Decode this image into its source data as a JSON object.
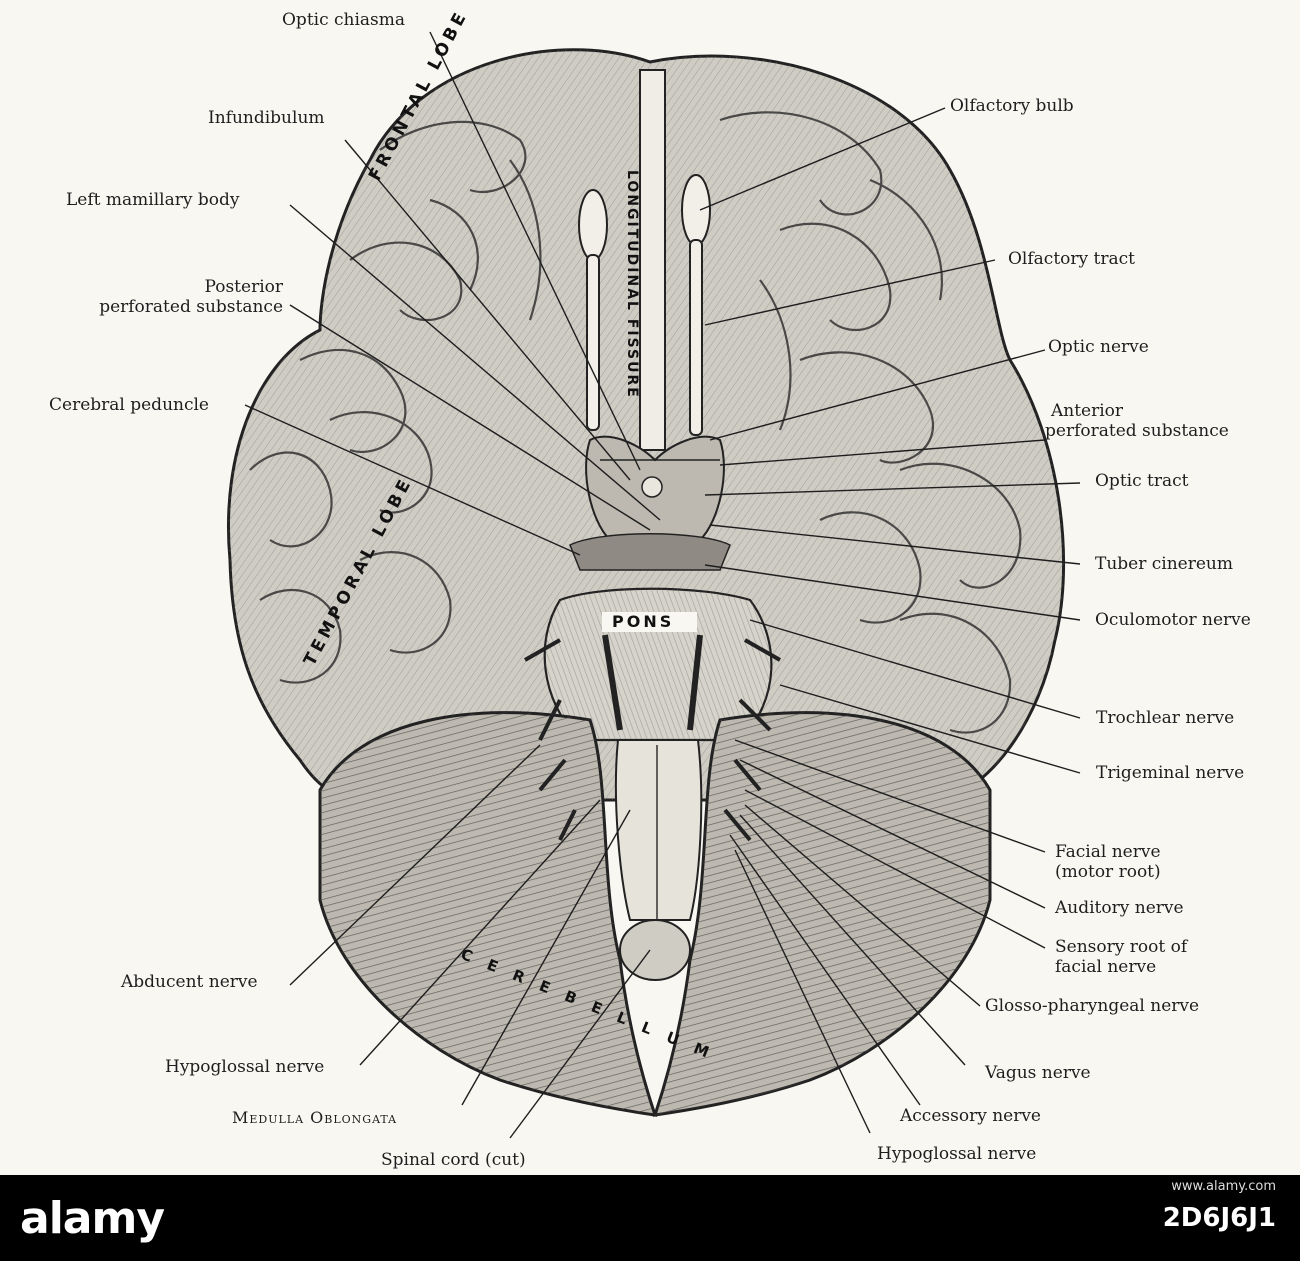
{
  "labels": {
    "optic_chiasma": "Optic chiasma",
    "infundibulum": "Infundibulum",
    "left_mamillary_body": "Left mamillary body",
    "posterior_perforated_1": "Posterior",
    "posterior_perforated_2": "perforated substance",
    "cerebral_peduncle": "Cerebral peduncle",
    "olfactory_bulb": "Olfactory bulb",
    "olfactory_tract": "Olfactory tract",
    "optic_nerve": "Optic nerve",
    "anterior_perforated_1": "Anterior",
    "anterior_perforated_2": "perforated substance",
    "optic_tract": "Optic tract",
    "tuber_cinereum": "Tuber cinereum",
    "oculomotor_nerve": "Oculomotor nerve",
    "trochlear_nerve": "Trochlear nerve",
    "trigeminal_nerve": "Trigeminal nerve",
    "facial_nerve_1": "Facial nerve",
    "facial_nerve_2": "(motor root)",
    "auditory_nerve": "Auditory nerve",
    "sensory_root_1": "Sensory root of",
    "sensory_root_2": "facial nerve",
    "glosso_pharyngeal": "Glosso-pharyngeal nerve",
    "vagus_nerve": "Vagus nerve",
    "accessory_nerve": "Accessory nerve",
    "hypoglossal_nerve_right": "Hypoglossal nerve",
    "abducent_nerve": "Abducent nerve",
    "hypoglossal_nerve_left": "Hypoglossal nerve",
    "medulla_oblongata": "Medulla Oblongata",
    "spinal_cord": "Spinal cord (cut)"
  },
  "regions": {
    "frontal_lobe": "FRONTAL LOBE",
    "longitudinal_fissure": "LONGITUDINAL FISSURE",
    "temporal_lobe": "TEMPORAL LOBE",
    "pons": "PONS",
    "cerebellum": "C E R E B E L L U M"
  },
  "watermark": {
    "logo": "alamy",
    "code": "2D6J6J1",
    "site": "www.alamy.com"
  },
  "colors": {
    "ink": "#1e1e1e",
    "paper": "#f8f7f2",
    "footer": "#000000"
  }
}
